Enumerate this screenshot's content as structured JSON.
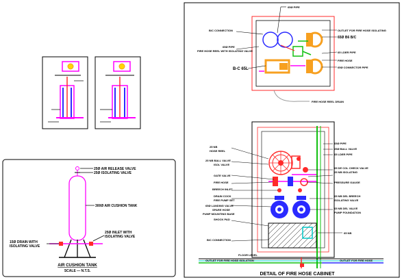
{
  "colors": {
    "line": "#000000",
    "red": "#ff2a2a",
    "magenta": "#ff00ff",
    "orange": "#f7a020",
    "blue": "#2a2aff",
    "green": "#10c010",
    "cyan": "#00c8c8",
    "yellow": "#ffd700",
    "grey": "#9a9a9a"
  },
  "cushion_tank": {
    "callouts": {
      "air_release": "25Ø AIR RELEASE VALVE",
      "isolating": "25Ø ISOLATING VALVE",
      "tank": "300Ø AIR CUSHION TANK",
      "inlet_1": "25Ø INLET WITH",
      "inlet_2": "ISOLATING VALVE",
      "drain_1": "15Ø DRAIN WITH",
      "drain_2": "ISOLATING VALVE"
    },
    "title": "AIR CUSHION TANK",
    "scale": "SCALE — N.T.S."
  },
  "plan_view": {
    "callouts": {
      "top": "65Ø PIPE",
      "left_1": "B/C CONNECTION",
      "left_2": "65Ø PIPE",
      "left_3": "FIRE HOSE REEL WITH ISOLATING VALVE",
      "left_4": "B-C 65L",
      "right_1": "OUTLET FOR FIRE HOSE ISOLATING",
      "right_2": "65Ø B6 B/C",
      "right_3": "65 LDER PIPE",
      "right_4": "FIRE HOSE",
      "right_5": "65Ø CONNECTOR PIPE",
      "bottom": "FIRE HOSE REEL DRAIN"
    }
  },
  "elevation": {
    "callouts": {
      "l1": "25 NB",
      "l2": "HOSE REEL",
      "l3": "25 NB BALL VALVE",
      "l4": "ISOL VALVE",
      "l5": "GATE VALVE",
      "l6": "FIRE HOSE",
      "l7": "BREECH INLET",
      "l8": "DRAIN COCK",
      "l9": "FIRE PUMP SET",
      "l10": "65Ø LANDING VALVE",
      "l11": "SPARE HOSE",
      "l12": "PUMP MOUNTING BASE",
      "l13": "SHOCK PAD",
      "l14": "B/C CONNECTION",
      "r1": "65Ø PIPE",
      "r2": "25Ø BALL VALVE",
      "r3": "65 LDER PIPE",
      "r4": "65 DE COL CHECK VALVE",
      "r5": "25 NB ISOLATING",
      "r6": "PRESSURE GAUGE",
      "r7": "65 NB DEL BREECH",
      "r8": "ISOLATING VALVE",
      "r9": "65 NB DEL VALVE",
      "r10": "PUMP FOUNDATION",
      "r11": "65 NB",
      "base_1": "FLOOR LEVEL",
      "base_2": "OUTLET FOR FIRE HOSE ISOLATION",
      "base_3": "OUTLET FOR FIRE HOSE"
    },
    "title": "DETAIL OF FIRE HOSE CABINET"
  }
}
